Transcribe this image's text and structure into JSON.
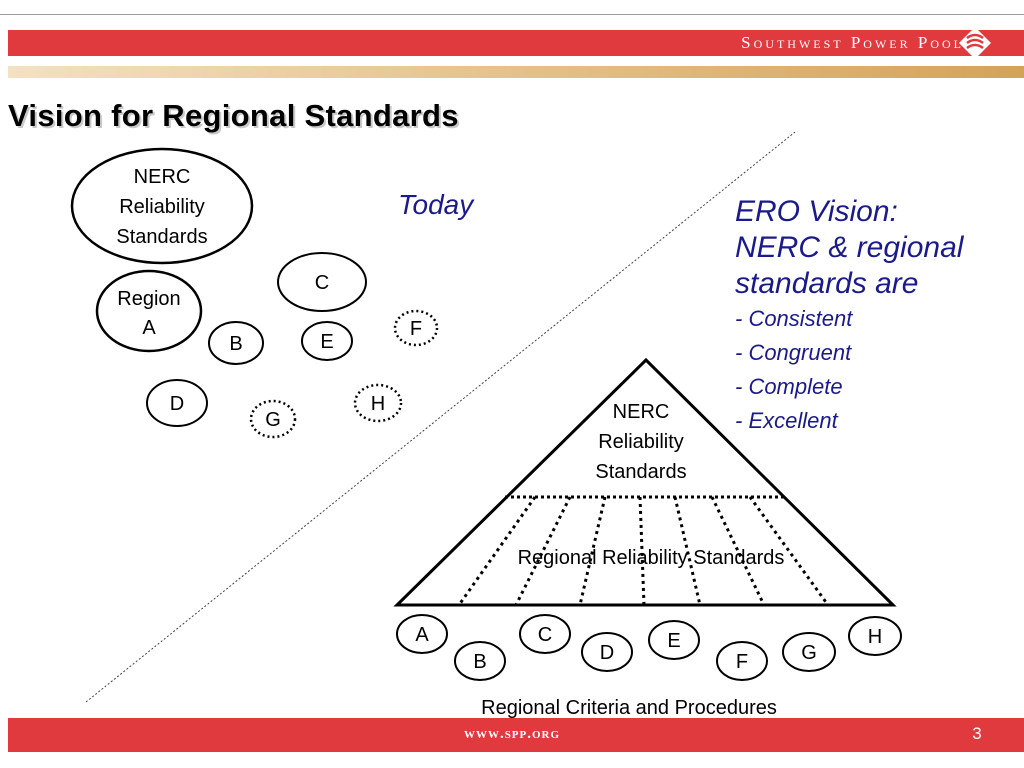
{
  "header": {
    "company": "Southwest Power Pool",
    "title": "Vision for Regional Standards"
  },
  "today": {
    "label": "Today",
    "nerc_lines": [
      "NERC",
      "Reliability",
      "Standards"
    ],
    "region_lines": [
      "Region",
      "A"
    ],
    "solid_regions": [
      "B",
      "C",
      "D",
      "E"
    ],
    "dashed_regions": [
      "F",
      "G",
      "H"
    ]
  },
  "vision": {
    "heading_lines": [
      "ERO Vision:",
      "NERC & regional",
      "standards are"
    ],
    "items": [
      "- Consistent",
      "- Congruent",
      "- Complete",
      "- Excellent"
    ]
  },
  "pyramid": {
    "top_lines": [
      "NERC",
      "Reliability",
      "Standards"
    ],
    "middle_label": "Regional Reliability Standards",
    "regions": [
      "A",
      "B",
      "C",
      "D",
      "E",
      "F",
      "G",
      "H"
    ],
    "base_label": "Regional Criteria and Procedures"
  },
  "footer": {
    "url": "www.spp.org",
    "page": "3"
  },
  "colors": {
    "brand_red": "#e03a3e",
    "vision_text": "#1a1a8c"
  }
}
